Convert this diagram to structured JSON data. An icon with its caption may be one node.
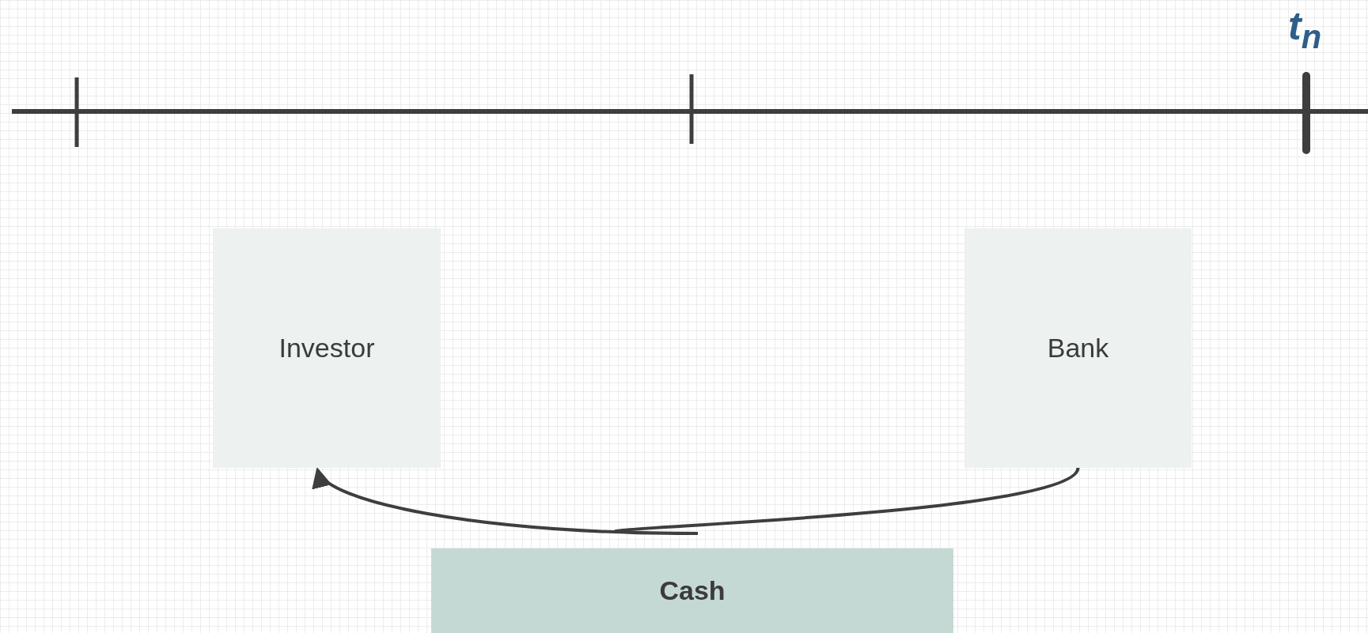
{
  "diagram": {
    "nodes": [
      {
        "text": [
          "Investor"
        ]
      },
      {
        "text": [
          "Bank"
        ]
      },
      {
        "text": [
          "Cash"
        ]
      }
    ],
    "edges": [
      {
        "from": 1,
        "to": 0,
        "arrow": "to"
      }
    ],
    "labels": [
      "t$_{n}$"
    ]
  }
}
